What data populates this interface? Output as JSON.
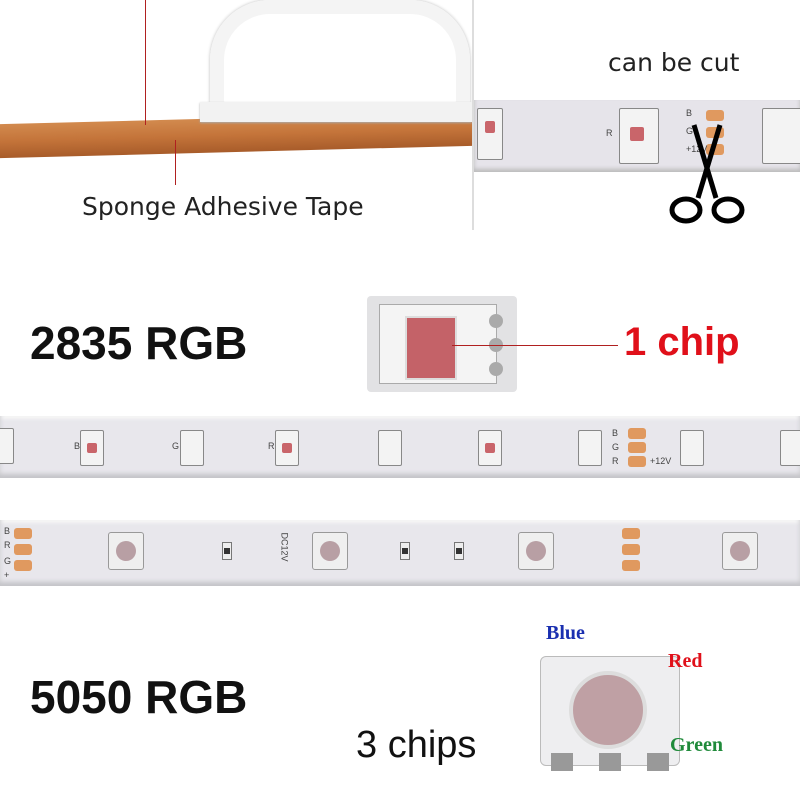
{
  "top_left": {
    "caption": "Sponge Adhesive Tape"
  },
  "top_right": {
    "caption": "can be cut",
    "pad_labels": [
      "B",
      "G",
      "R",
      "+12V"
    ],
    "icon": "scissors-icon"
  },
  "chip_2835": {
    "title": "2835 RGB",
    "chip_count": "1 chip"
  },
  "strip_2835": {
    "labels": [
      "B",
      "G",
      "R",
      "B",
      "G",
      "R",
      "+12V"
    ]
  },
  "strip_5050": {
    "labels": [
      "B",
      "R",
      "G",
      "+"
    ],
    "text": "DC12V"
  },
  "chip_5050": {
    "title": "5050 RGB",
    "chip_count": "3 chips",
    "blue": "Blue",
    "red": "Red",
    "green": "Green"
  },
  "colors": {
    "red_label": "#e0101a",
    "blue_label": "#1a2fb0",
    "green_label": "#1f8a3a",
    "pad": "#e0995f"
  }
}
